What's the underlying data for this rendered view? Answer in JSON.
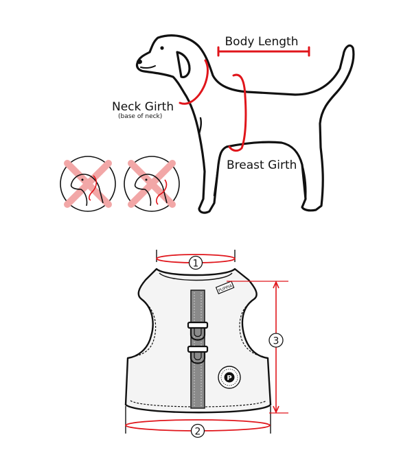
{
  "labels": {
    "body_length": "Body Length",
    "neck_girth": "Neck Girth",
    "neck_girth_note": "(base of neck)",
    "breast_girth": "Breast Girth"
  },
  "harness": {
    "tag": "PUPPIA",
    "logo_letter": "P",
    "markers": [
      "1",
      "2",
      "3"
    ]
  },
  "colors": {
    "measure_red": "#e0151b",
    "outline": "#111111",
    "wrong_cross": "#f2a7a7",
    "harness_fill": "#f4f4f4",
    "strap": "#8a8a8a"
  }
}
